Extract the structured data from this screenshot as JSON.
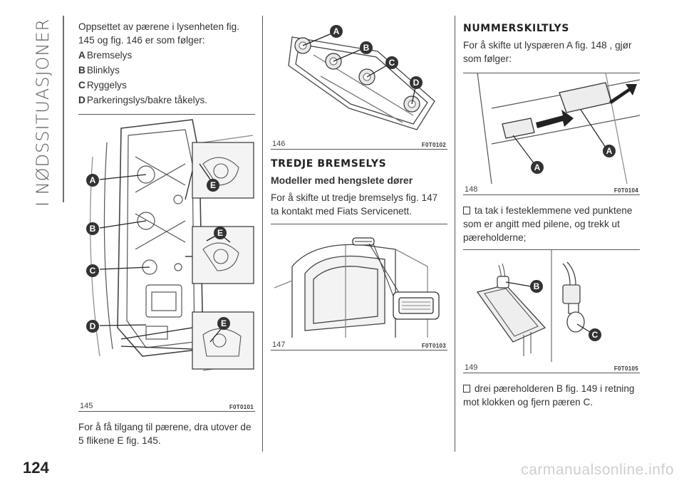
{
  "side_title": "I NØDSSITUASJONER",
  "page_number": "124",
  "watermark": "carmanualsonline.info",
  "col1": {
    "intro": "Oppsettet av pærene i lysenheten fig. 145 og fig. 146 er som følger:",
    "items": [
      {
        "letter": "A",
        "text": "Bremselys"
      },
      {
        "letter": "B",
        "text": "Blinklys"
      },
      {
        "letter": "C",
        "text": "Ryggelys"
      },
      {
        "letter": "D",
        "text": "Parkeringslys/bakre tåkelys."
      }
    ],
    "figure": {
      "number": "145",
      "code": "F0T0101",
      "callouts": [
        "A",
        "B",
        "C",
        "D",
        "E",
        "E",
        "E"
      ]
    },
    "outro": "For å få tilgang til pærene, dra utover de 5 flikene E fig. 145."
  },
  "col2": {
    "figure_top": {
      "number": "146",
      "code": "F0T0102",
      "callouts": [
        "A",
        "B",
        "C",
        "D"
      ]
    },
    "heading": "TREDJE BREMSELYS",
    "subheading": "Modeller med hengslete dører",
    "text": "For å skifte ut tredje bremselys fig. 147 ta kontakt med Fiats Servicenett.",
    "figure_bottom": {
      "number": "147",
      "code": "F0T0103"
    }
  },
  "col3": {
    "heading": "NUMMERSKILTLYS",
    "text": "For å skifte ut lyspæren A fig. 148 , gjør som følger:",
    "figure_top": {
      "number": "148",
      "code": "F0T0104",
      "callouts": [
        "A",
        "A"
      ]
    },
    "step1": "ta tak i festeklemmene ved punktene som er angitt med pilene, og trekk ut pæreholderne;",
    "figure_bottom": {
      "number": "149",
      "code": "F0T0105",
      "callouts": [
        "B",
        "C"
      ]
    },
    "step2": "drei pæreholderen B fig. 149 i retning mot klokken og fjern pæren C."
  }
}
